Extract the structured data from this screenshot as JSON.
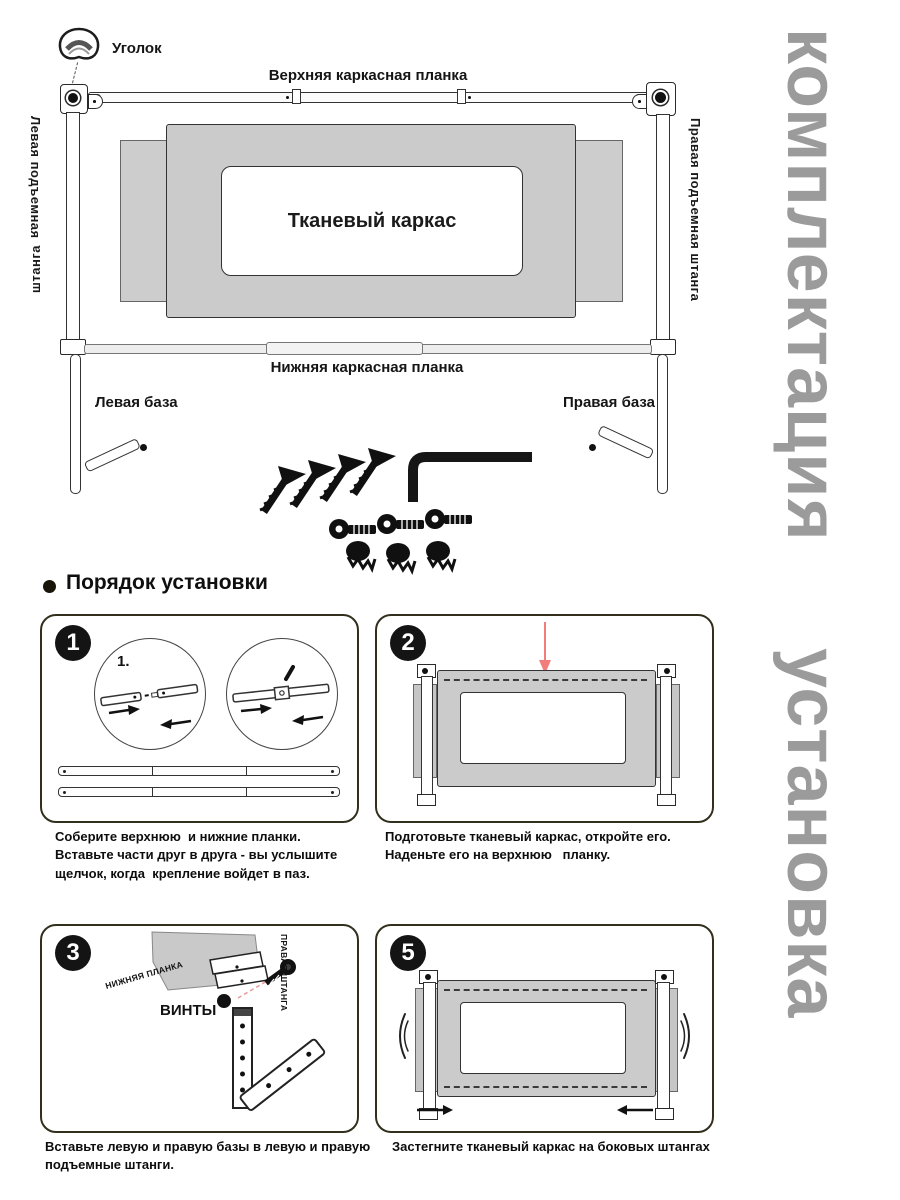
{
  "side_text": {
    "word1": "комплектация",
    "word2": "установка",
    "color": "#9b9b9b"
  },
  "kit": {
    "corner_label": "Уголок",
    "top_plank_label": "Верхняя каркасная планка",
    "left_pole_line1": "Левая подъемная",
    "left_pole_line2": "штанга",
    "right_pole_label": "Правая подъемная штанга",
    "fabric_label": "Тканевый каркас",
    "bottom_plank_label": "Нижняя каркасная планка",
    "left_base_label": "Левая база",
    "right_base_label": "Правая база"
  },
  "installation": {
    "heading": "Порядок установки",
    "step1": {
      "number": "1",
      "inset": "1.",
      "caption": "Соберите верхнюю  и нижние планки.\nВставьте части друг в друга - вы услышите\nщелчок, когда  крепление войдет в паз."
    },
    "step2": {
      "number": "2",
      "caption": "Подготовьте тканевый каркас, откройте его.\nНаденьте его на верхнюю   планку."
    },
    "step3": {
      "number": "3",
      "label_plank": "НИЖНЯЯ ПЛАНКА",
      "label_rod": "ПРАВАЯ ШТАНГА",
      "label_screws": "ВИНТЫ",
      "caption": "Вставьте левую и правую базы в левую и правую\nподъемные штанги."
    },
    "step4": {
      "number": "5",
      "caption": "Застегните тканевый каркас на боковых штангах"
    }
  },
  "colors": {
    "watermark_gray": "#9b9b9b",
    "fabric_gray": "#cbcbcb",
    "red_arrow": "#f27d7d"
  }
}
